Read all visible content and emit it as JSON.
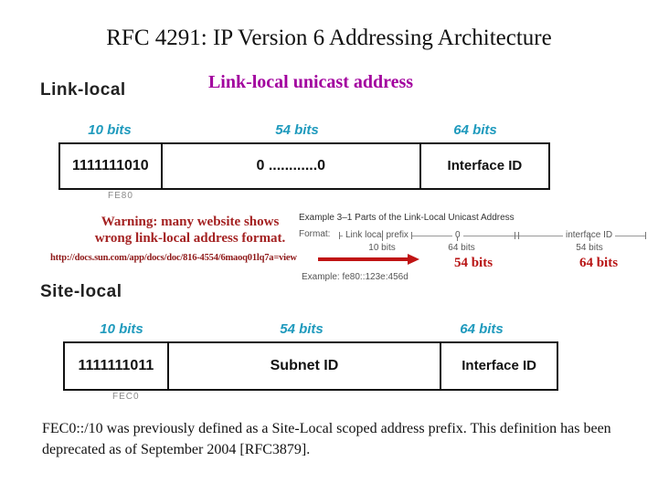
{
  "slide": {
    "title": "RFC 4291: IP Version 6 Addressing Architecture",
    "subtitle": "Link-local unicast address"
  },
  "colors": {
    "subtitle_magenta": "#a2009e",
    "bit_label_teal": "#1f9abd",
    "warning_red": "#a42222",
    "correction_red": "#b81414",
    "arrow_red": "#c01414",
    "muted_gray": "#8a8a8a"
  },
  "link_local": {
    "section_label": "Link-local",
    "bit_labels": [
      "10 bits",
      "54 bits",
      "64 bits"
    ],
    "fields": [
      "1111111010",
      "0 ............0",
      "Interface ID"
    ],
    "prefix_hex": "FE80"
  },
  "warning": {
    "line1": "Warning: many website shows",
    "line2": "wrong link-local address format.",
    "url": "http://docs.sun.com/app/docs/doc/816-4554/6maoq01lq7a=view"
  },
  "example_figure": {
    "caption": "Example 3–1 Parts of the Link-Local Unicast Address",
    "format_label": "Format:",
    "segments": [
      {
        "name": "Link local prefix",
        "bits": "10 bits",
        "correction": ""
      },
      {
        "name": "0",
        "bits": "64 bits",
        "correction": "54 bits"
      },
      {
        "name": "interface ID",
        "bits": "54 bits",
        "correction": "64 bits"
      }
    ],
    "example": "Example: fe80::123e:456d"
  },
  "site_local": {
    "section_label": "Site-local",
    "bit_labels": [
      "10 bits",
      "54 bits",
      "64 bits"
    ],
    "fields": [
      "1111111011",
      "Subnet ID",
      "Interface ID"
    ],
    "prefix_hex": "FEC0"
  },
  "footnote": "FEC0::/10 was previously defined as a Site-Local scoped address prefix. This definition has been deprecated as of September 2004 [RFC3879]."
}
